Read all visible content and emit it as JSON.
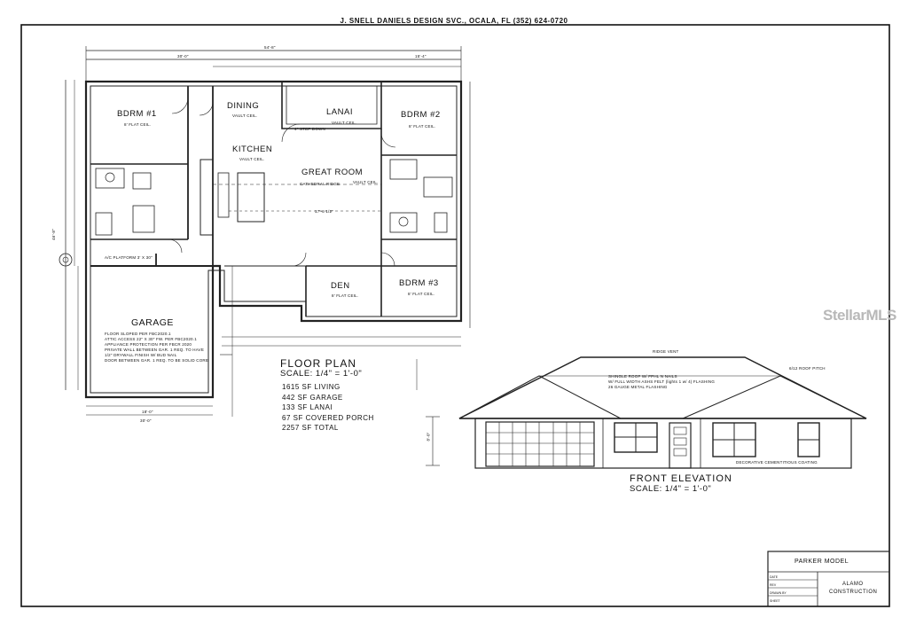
{
  "header": "J. SNELL DANIELS DESIGN SVC., OCALA, FL    (352) 624-0720",
  "watermark": "StellarMLS",
  "rooms": {
    "bdrm1": "BDRM #1",
    "dining": "DINING",
    "lanai": "LANAI",
    "bdrm2": "BDRM #2",
    "kitchen": "KITCHEN",
    "great_room": "GREAT ROOM",
    "den": "DEN",
    "bdrm3": "BDRM #3",
    "garage": "GARAGE"
  },
  "notes": {
    "flat_ceil": "8' FLAT CEIL.",
    "vault_ceil": "VAULT CEIL.",
    "cathedral": "CATHEDRAL RIDGE",
    "step_down": "4\" STEP DOWN",
    "garage_notes": [
      "FLOOR SLOPED PER FBC2020.1",
      "ATTIC ACCESS 22\" X 30\" FW. PER FBC2020.1",
      "APPLIANCE PROTECTION PER FBCR 2020",
      "PRIVATE WALL BETWEEN GAR. 1 REQ. TO HAVE",
      "1/2\" DRYWALL FINISH W/ BUD NAIL",
      "DOOR BETWEEN GAR. 1 REQ. TO BE SOLID CORE"
    ],
    "ridge_vent": "RIDGE VENT",
    "roof_pitch": "6/12 ROOF PITCH",
    "roof_spec": [
      "SHINGLE ROOF W/ FPHL N NAILS",
      "W/ FULL WIDTH ASHS FELT (lights 1 w/ 4) FLASHING",
      "26 GAUGE METAL FLASHING"
    ],
    "coating": "DECORATIVE CEMENTITIOUS COATING",
    "ac_platform": "A/C PLATFORM 3' X 30\""
  },
  "dimensions": {
    "overall": "54'-8\"",
    "left_run": "30'-0\"",
    "right_run": "15'-4\"",
    "depth": "46'-8\"",
    "bottom_gar": "18'-0\"",
    "bottom_total": "30'-0\"",
    "mid": "17'-6 1/2\"",
    "wall_height": "8'-0\""
  },
  "floor_plan": {
    "title": "FLOOR PLAN",
    "scale": "SCALE: 1/4\" = 1'-0\"",
    "stats": [
      "1615 SF LIVING",
      "442 SF GARAGE",
      "133 SF LANAI",
      "67 SF COVERED PORCH",
      "2257 SF TOTAL"
    ]
  },
  "elevation": {
    "title": "FRONT ELEVATION",
    "scale": "SCALE: 1/4\" = 1'-0\""
  },
  "title_block": {
    "model": "PARKER MODEL",
    "company_line1": "ALAMO",
    "company_line2": "CONSTRUCTION",
    "labels": [
      "DATE",
      "REV",
      "DRAWN BY",
      "SHEET"
    ]
  }
}
